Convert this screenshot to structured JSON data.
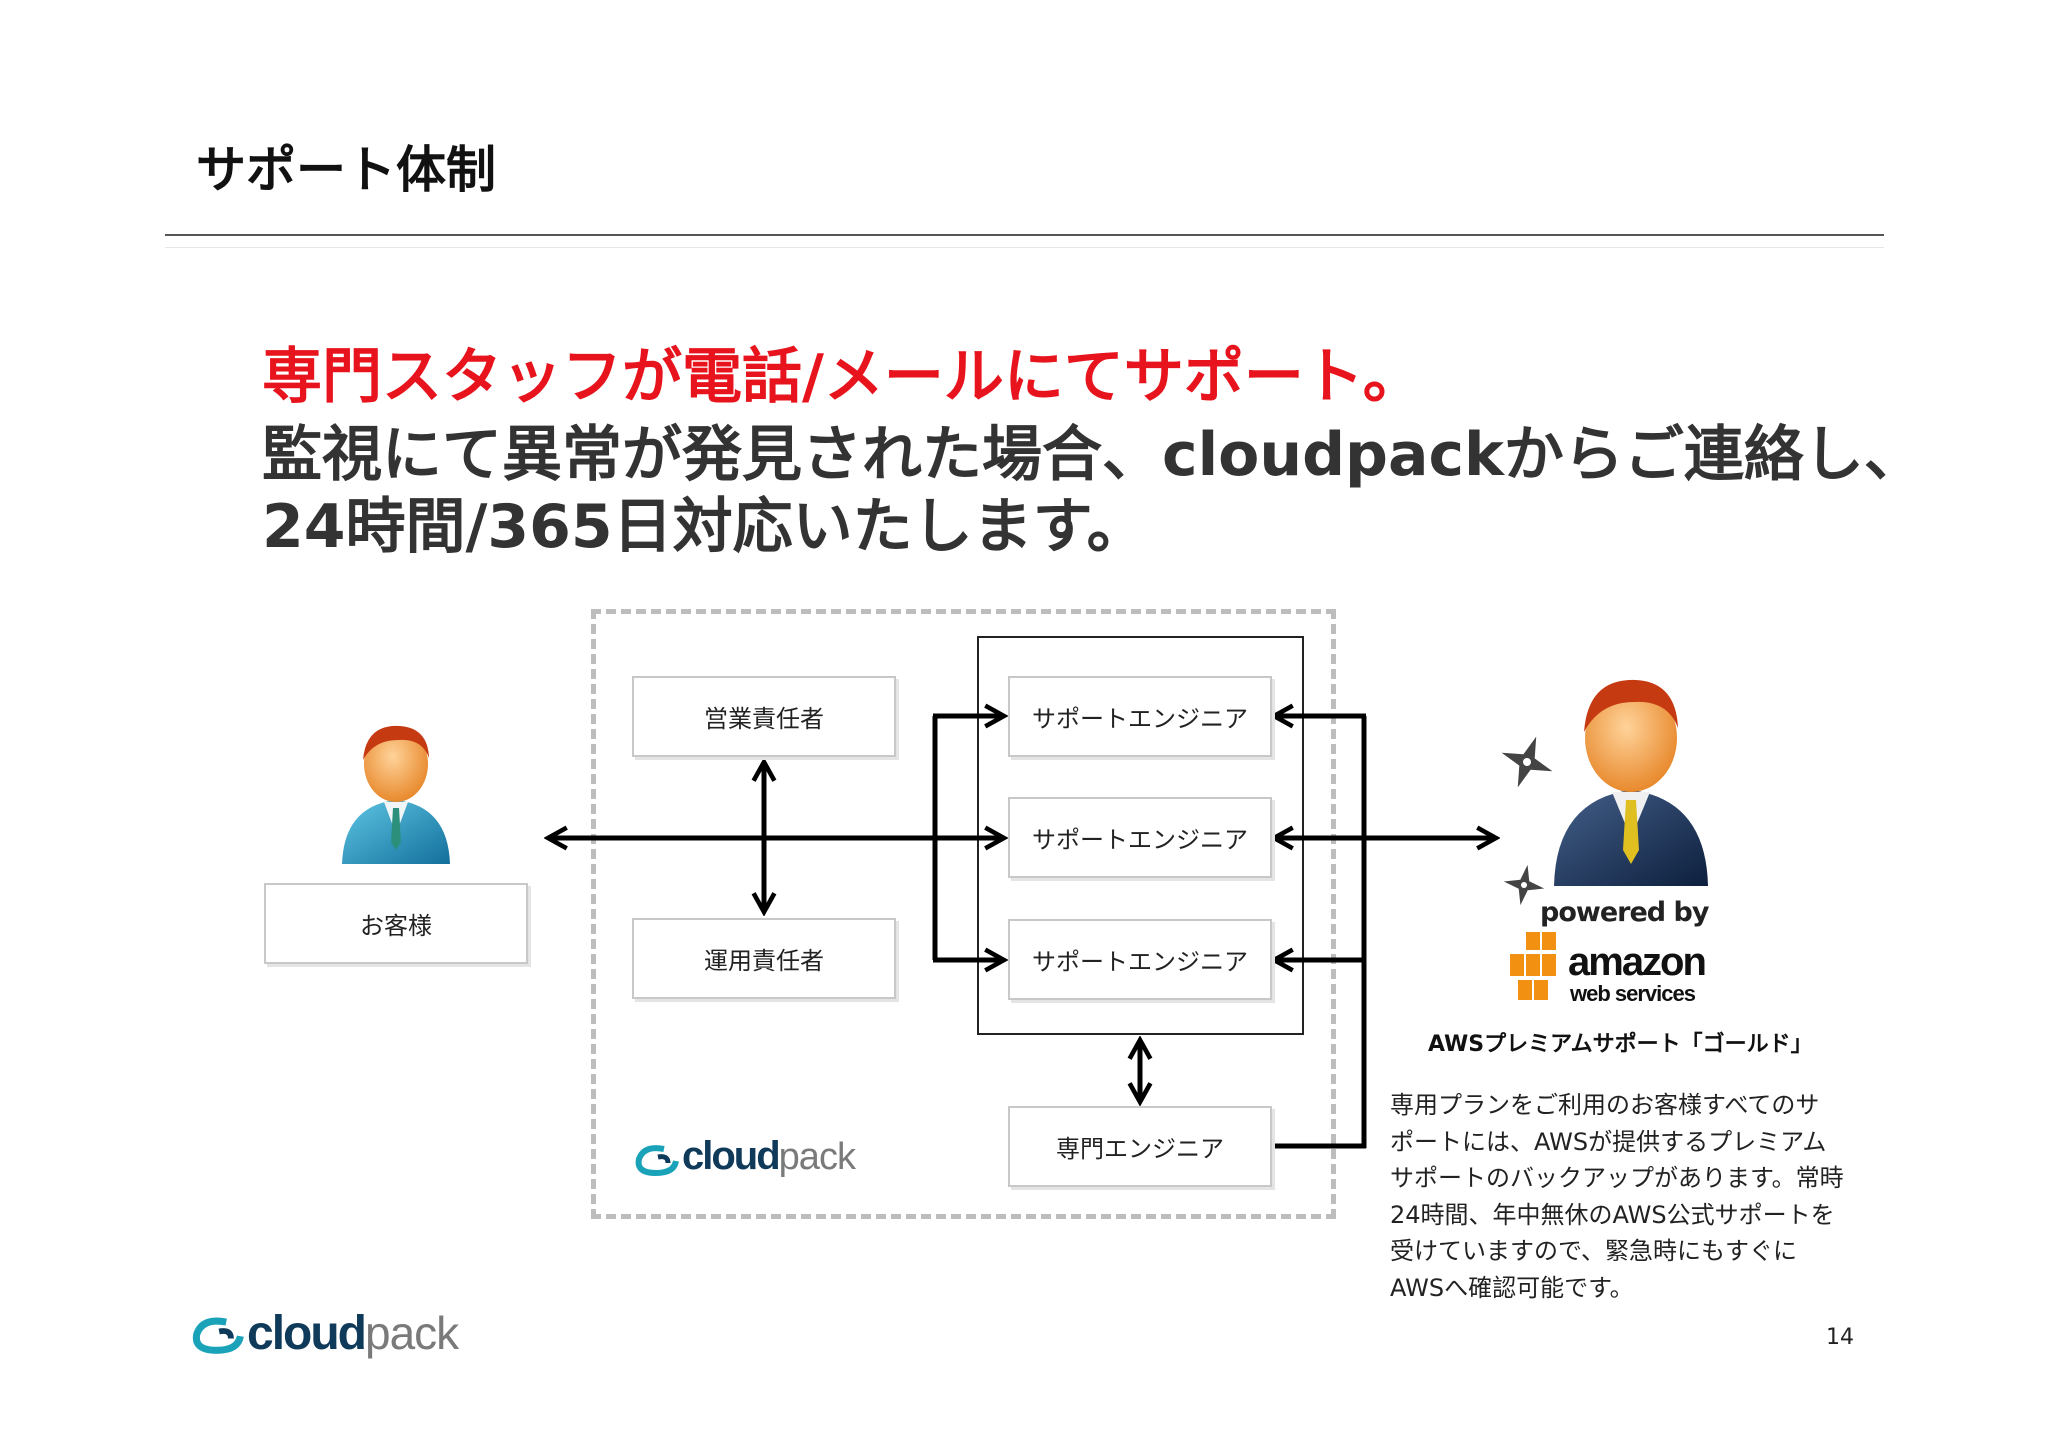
{
  "slide": {
    "title": "サポート体制",
    "page_number": "14"
  },
  "lead": {
    "line1": "専門スタッフが電話/メールにてサポート。",
    "line2": "監視にて異常が発見された場合、cloudpackからご連絡し、",
    "line3": "24時間/365日対応いたします。"
  },
  "diagram": {
    "customer_label": "お客様",
    "sales_manager": "営業責任者",
    "ops_manager": "運用責任者",
    "support_engineers": [
      "サポートエンジニア",
      "サポートエンジニア",
      "サポートエンジニア"
    ],
    "specialist_engineer": "専門エンジニア",
    "group_logo": {
      "cloud": "cloud",
      "pack": "pack"
    }
  },
  "aws": {
    "powered_by": "powered by",
    "amazon": "amazon",
    "web_services": "web services",
    "heading": "AWSプレミアムサポート「ゴールド」",
    "description_lines": [
      "専用プランをご利用のお客様すべてのサ",
      "ポートには、AWSが提供するプレミアム",
      "サポートのバックアップがあります。常時",
      "24時間、年中無休のAWS公式サポートを",
      "受けていますので、緊急時にもすぐに",
      "AWSへ確認可能です。"
    ]
  },
  "footer_logo": {
    "cloud": "cloud",
    "pack": "pack"
  },
  "colors": {
    "accent_red": "#e8141d",
    "dark_text": "#333333",
    "dashed_border": "#bdbdbd",
    "logo_teal": "#1aa3b8",
    "aws_orange": "#f29111"
  }
}
